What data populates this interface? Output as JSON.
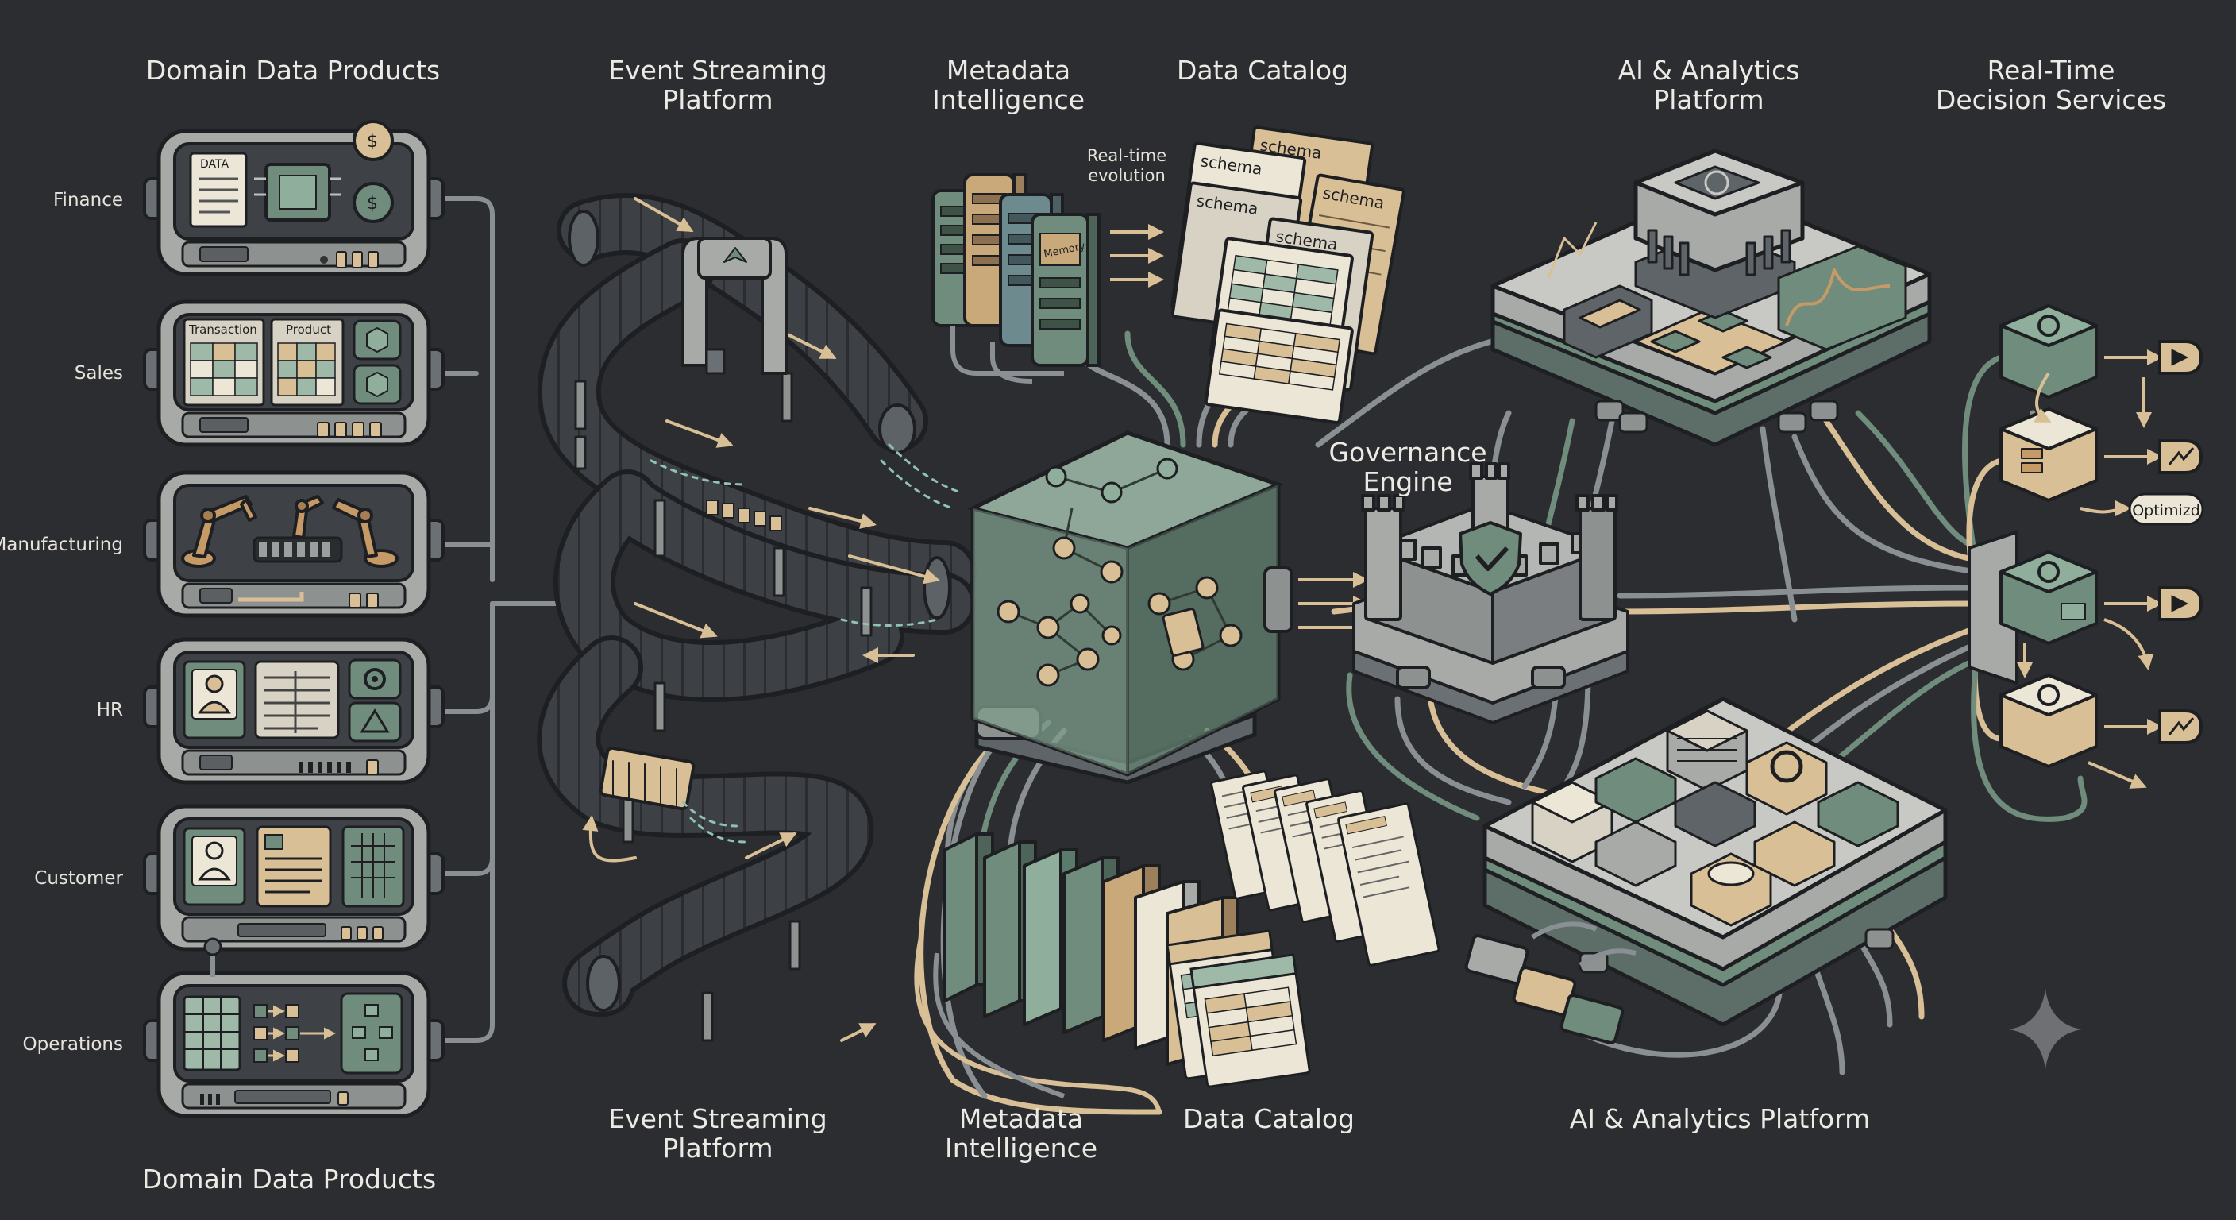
{
  "labels": {
    "domain_top": "Domain Data Products",
    "event_top_1": "Event Streaming",
    "event_top_2": "Platform",
    "meta_top_1": "Metadata",
    "meta_top_2": "Intelligence",
    "catalog_top": "Data Catalog",
    "ai_top_1": "AI & Analytics",
    "ai_top_2": "Platform",
    "rt_top_1": "Real-Time",
    "rt_top_2": "Decision Services",
    "governance_1": "Governance",
    "governance_2": "Engine",
    "evolution_1": "Real-time",
    "evolution_2": "evolution",
    "event_bottom_1": "Event Streaming",
    "event_bottom_2": "Platform",
    "meta_bottom_1": "Metadata",
    "meta_bottom_2": "Intelligence",
    "catalog_bottom": "Data Catalog",
    "ai_bottom": "AI & Analytics Platform",
    "domain_bottom": "Domain Data Products"
  },
  "domains": [
    "Finance",
    "Sales",
    "Manufacturing",
    "HR",
    "Customer",
    "Operations"
  ],
  "domain_panels": {
    "finance_tag": "DATA",
    "sales_tab_1": "Transaction",
    "sales_tab_2": "Product"
  },
  "card_tags": {
    "schema": "schema",
    "memory": "Memory",
    "optimized": "Optimizd"
  },
  "icons": [
    "dollar-coin-icon",
    "cube-icon",
    "robot-arm-icon",
    "person-icon",
    "gear-icon",
    "shield-check-icon",
    "play-icon",
    "trend-arrow-icon",
    "sparkle-icon"
  ],
  "colors": {
    "background": "#2c2d30",
    "green": "#6f8c7c",
    "beige": "#d9bf96",
    "device": "#5f6468",
    "outline": "#1e1f22",
    "label": "#eceae4"
  }
}
